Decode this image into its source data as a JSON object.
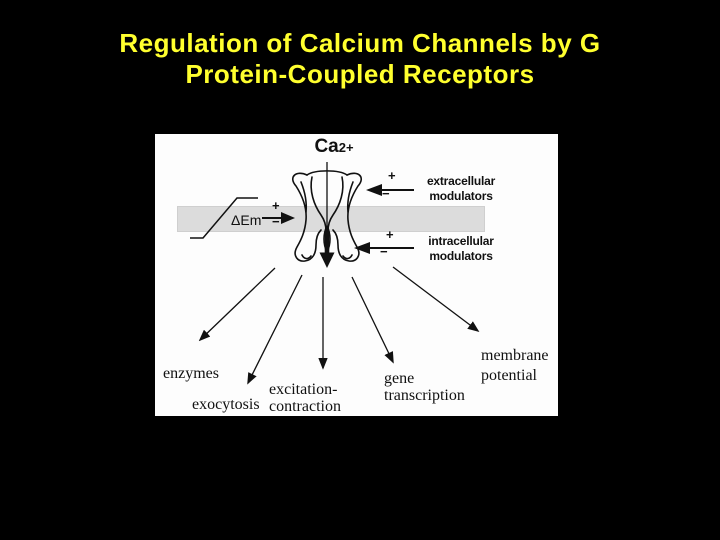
{
  "slide": {
    "title_line1": "Regulation of Calcium Channels by G",
    "title_line2": "Protein-Coupled Receptors",
    "title_color": "#ffff2e",
    "background_color": "#000000"
  },
  "diagram": {
    "ion_label": "Ca",
    "ion_charge": "2+",
    "voltage_label": "ΔEm",
    "plus_sign": "+",
    "minus_sign": "−",
    "extracellular_modulators": {
      "line1": "extracellular",
      "line2": "modulators"
    },
    "intracellular_modulators": {
      "line1": "intracellular",
      "line2": "modulators"
    },
    "targets": [
      {
        "line1": "enzymes"
      },
      {
        "line1": "exocytosis"
      },
      {
        "line1": "excitation-",
        "line2": "contraction"
      },
      {
        "line1": "gene",
        "line2": "transcription"
      },
      {
        "line1": "membrane",
        "line2": "potential"
      }
    ],
    "colors": {
      "panel": "#fdfdfd",
      "membrane_band": "#dcdcdc",
      "ink": "#111111"
    }
  }
}
